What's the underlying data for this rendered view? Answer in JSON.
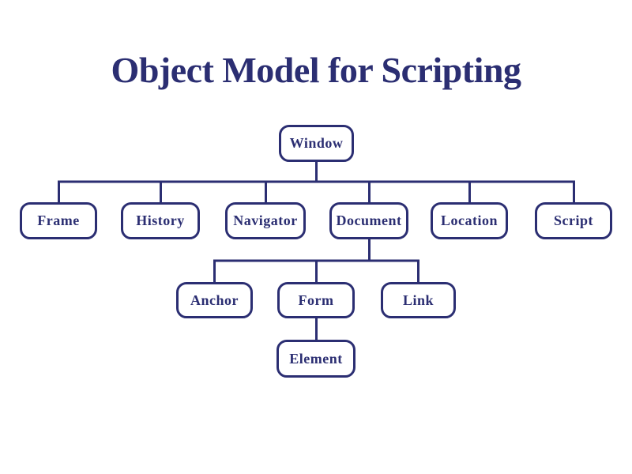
{
  "title": "Object Model for Scripting",
  "colors": {
    "accent": "#2b2e72",
    "background": "#ffffff",
    "node_fill": "#ffffff"
  },
  "tree": {
    "label": "Window",
    "children": [
      {
        "label": "Frame"
      },
      {
        "label": "History"
      },
      {
        "label": "Navigator"
      },
      {
        "label": "Document",
        "children": [
          {
            "label": "Anchor"
          },
          {
            "label": "Form",
            "children": [
              {
                "label": "Element"
              }
            ]
          },
          {
            "label": "Link"
          }
        ]
      },
      {
        "label": "Location"
      },
      {
        "label": "Script"
      }
    ]
  }
}
